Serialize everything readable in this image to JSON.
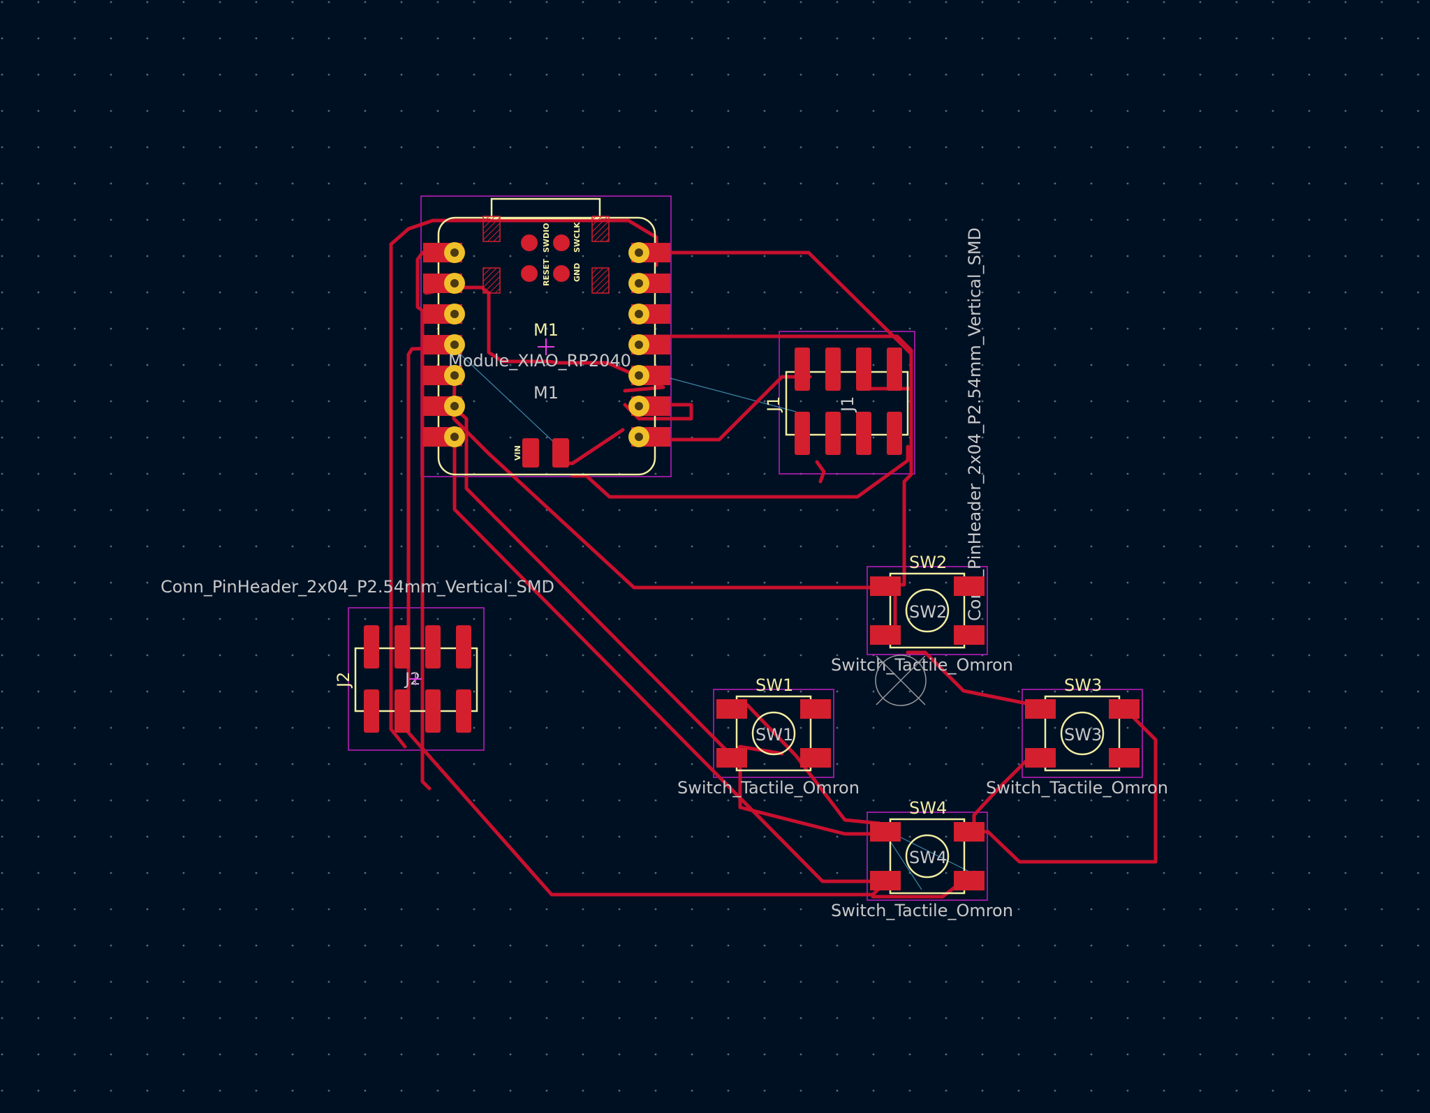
{
  "editor": {
    "background": "#001023",
    "track_color": "#c8102e",
    "pad_color": "#d41f2e",
    "silk_color": "#f2eda1",
    "courtyard_color": "#c31ec3"
  },
  "footprints": {
    "m1": {
      "reference": "M1",
      "value": "Module_XIAO_RP2040",
      "fab_ref": "M1",
      "pin_labels": [
        "RESET",
        "SWDIO",
        "GND",
        "SWCLK",
        "VIN"
      ]
    },
    "j1": {
      "reference": "J1",
      "value": "Conn_PinHeader_2x04_P2.54mm_Vertical_SMD",
      "fab_ref": "J1"
    },
    "j2": {
      "reference": "J2",
      "value": "Conn_PinHeader_2x04_P2.54mm_Vertical_SMD",
      "fab_ref": "J2"
    },
    "sw1": {
      "reference": "SW1",
      "value": "Switch_Tactile_Omron",
      "fab_ref": "SW1"
    },
    "sw2": {
      "reference": "SW2",
      "value": "Switch_Tactile_Omron",
      "fab_ref": "SW2"
    },
    "sw3": {
      "reference": "SW3",
      "value": "Switch_Tactile_Omron",
      "fab_ref": "SW3"
    },
    "sw4": {
      "reference": "SW4",
      "value": "Switch_Tactile_Omron",
      "fab_ref": "SW4"
    }
  }
}
